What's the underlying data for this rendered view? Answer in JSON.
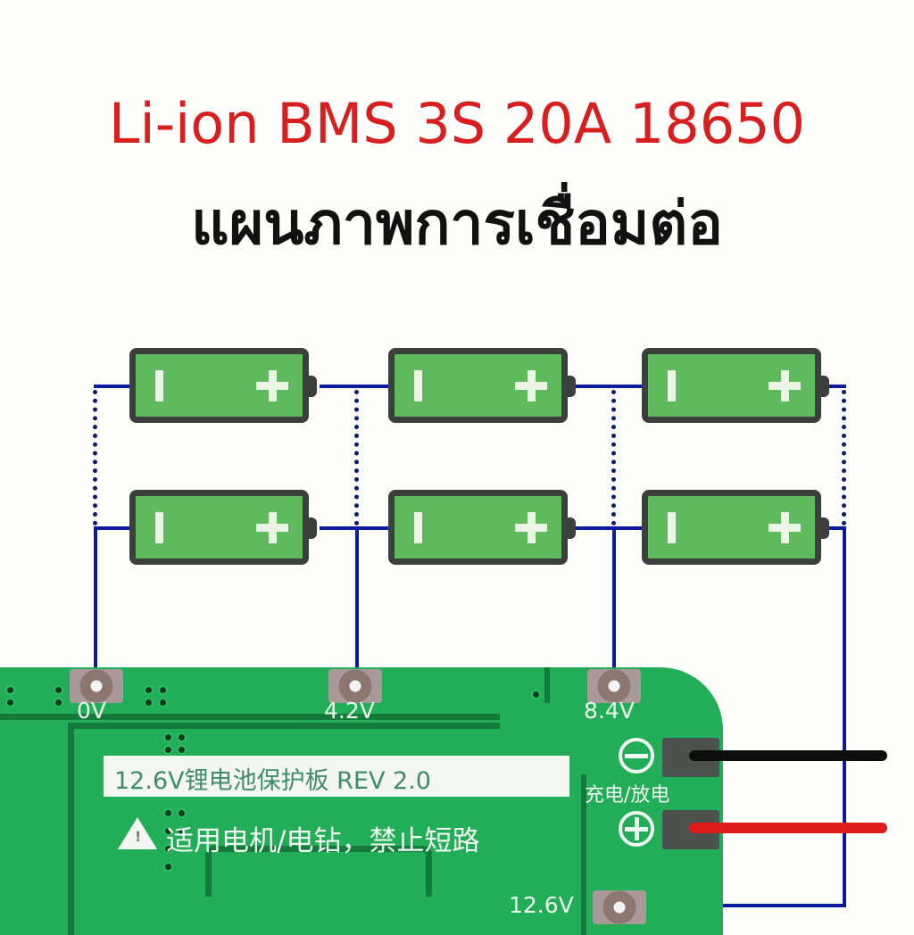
{
  "header": {
    "title": "Li-ion BMS 3S 20A 18650",
    "subtitle": "แผนภาพการเชื่อมต่อ"
  },
  "colors": {
    "title": "#d81f1f",
    "wire": "#0b1d9e",
    "battery_fill": "#5fb95d",
    "battery_border": "#3c403c",
    "pcb": "#22ad58",
    "lead_negative": "#111111",
    "lead_positive": "#e01b1b"
  },
  "batteries": {
    "rows": 2,
    "columns": 3,
    "negative_symbol": "I",
    "positive_symbol": "+",
    "cells": [
      {
        "row": 1,
        "col": 1
      },
      {
        "row": 1,
        "col": 2
      },
      {
        "row": 1,
        "col": 3
      },
      {
        "row": 2,
        "col": 1
      },
      {
        "row": 2,
        "col": 2
      },
      {
        "row": 2,
        "col": 3
      }
    ]
  },
  "pcb": {
    "pads": [
      {
        "label": "0V"
      },
      {
        "label": "4.2V"
      },
      {
        "label": "8.4V"
      },
      {
        "label": "12.6V"
      }
    ],
    "silkscreen_title": "12.6V锂电池保护板 REV 2.0",
    "warning_text": "适用电机/电钻，禁止短路",
    "warning_icon": "warning-triangle-icon",
    "charge_discharge_label": "充电/放电",
    "negative_terminal_symbol": "minus-circle-icon",
    "positive_terminal_symbol": "plus-circle-icon"
  }
}
